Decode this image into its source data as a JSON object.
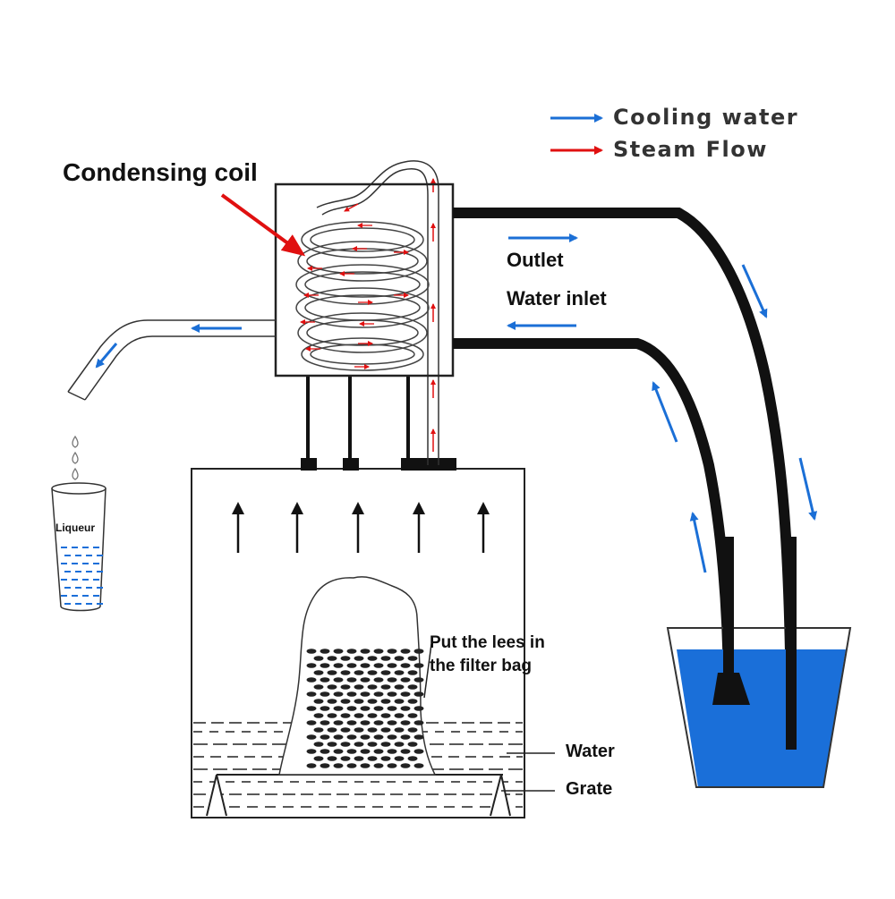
{
  "legend": {
    "cooling_water": "Cooling water",
    "steam_flow": "Steam Flow",
    "cooling_color": "#1b6fd6",
    "steam_color": "#e01010"
  },
  "labels": {
    "condensing_coil": "Condensing coil",
    "outlet": "Outlet",
    "water_inlet": "Water inlet",
    "liqueur": "Liqueur",
    "filter_bag": "Put the lees in the filter bag",
    "water": "Water",
    "grate": "Grate"
  },
  "colors": {
    "bucket_water": "#1a6fd9",
    "cup_water": "#1a6fd9",
    "outline": "#222222"
  }
}
